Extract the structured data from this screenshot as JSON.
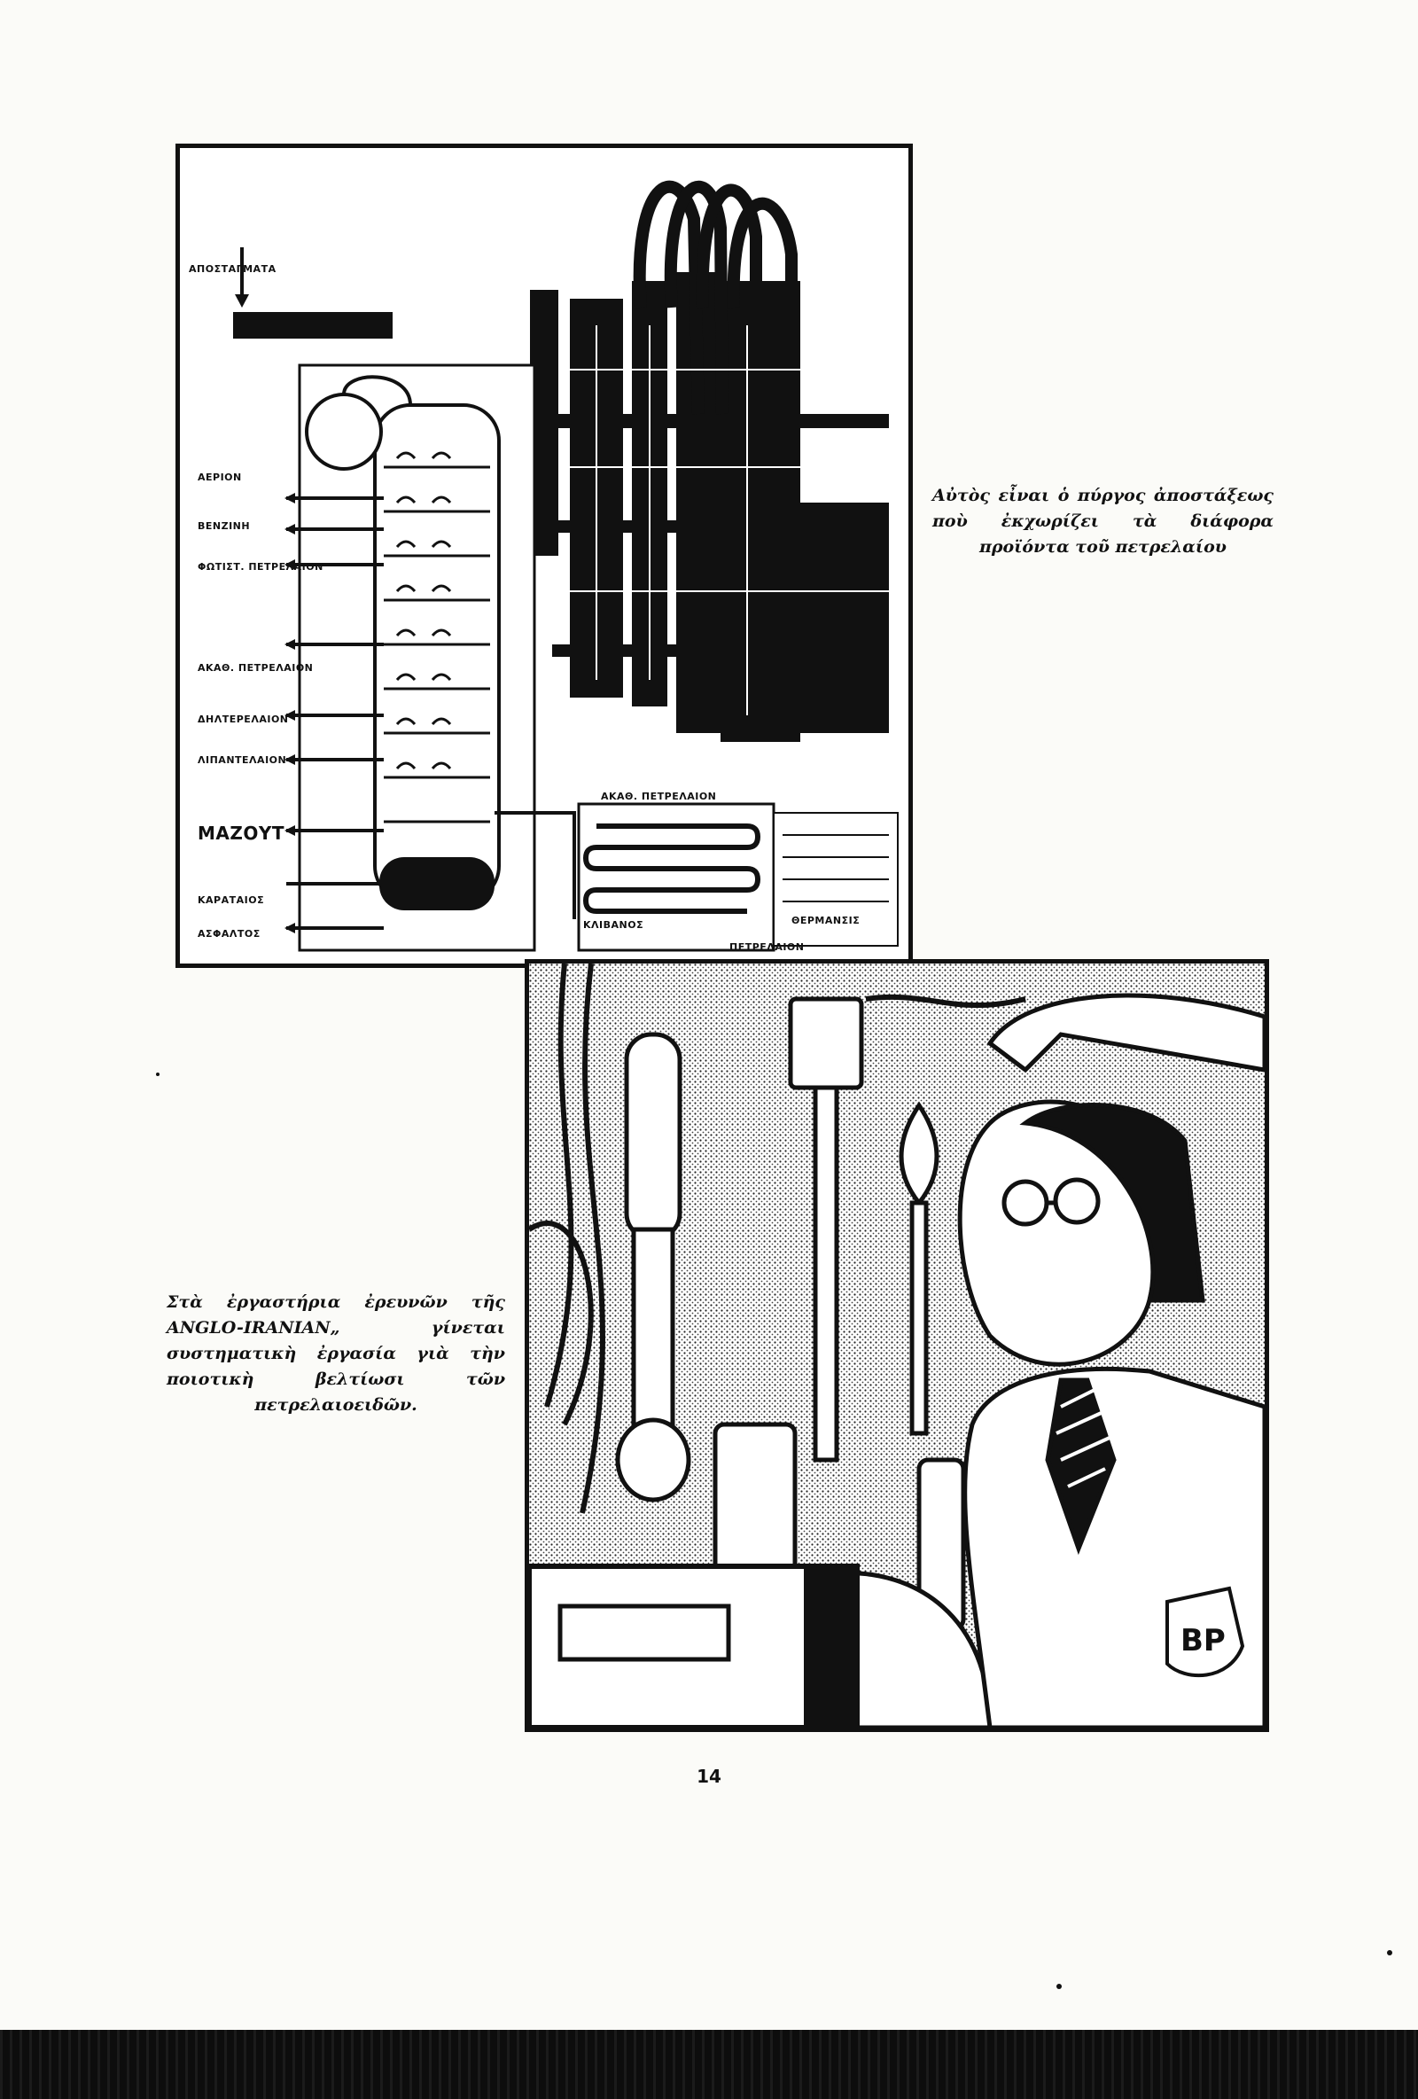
{
  "top_figure": {
    "labels": {
      "distillates": "ΑΠΟΣΤΑΓΜΑΤΑ",
      "gases": "ΑΕΡΙΟΝ",
      "gasoline": "ΒΕΝΖΙΝΗ",
      "kerosene": "ΦΩΤΙΣΤ. ΠΕΤΡΕΛΑΙΟΝ",
      "light_oil": "ΑΚΑΘ. ΠΕΤΡΕΛΑΙΟΝ",
      "gas_oil": "ΔΗΛΤΕΡΕΛΑΙΟΝ",
      "lub_oil": "ΛΙΠΑΝΤΕΛΑΙΟΝ",
      "mazout": "ΜΑΖΟΥΤ",
      "residue": "ΚΑΡΑΤΑΙΟΣ",
      "asphalt": "ΑΣΦΑΛΤΟΣ",
      "crude_in": "ΑΚΑΘ. ΠΕΤΡΕΛΑΙΟΝ",
      "furnace": "ΚΛΙΒΑΝΟΣ",
      "heating": "ΘΕΡΜΑΝΣΙΣ",
      "crude_bottom": "ΠΕΤΡΕΛΑΙΟΝ"
    }
  },
  "captions": {
    "top": "Αὐτὸς εἶναι ὁ πύργος ἀποστάξεως ποὺ ἐκχωρίζει τὰ διάφορα προϊόντα τοῦ πετρελαίου",
    "bottom": "Στὰ ἐργαστήρια ἐρευνῶν τῆς ANGLO-IRANIAN„ γίνεται συστηματικὴ ἐργασία γιὰ τὴν ποιοτικὴ βελτίωσι τῶν πετρελαιοειδῶν."
  },
  "bottom_figure": {
    "logo_text": "BP"
  },
  "page_number": "14",
  "colors": {
    "ink": "#111111",
    "paper": "#fbfbf8"
  }
}
